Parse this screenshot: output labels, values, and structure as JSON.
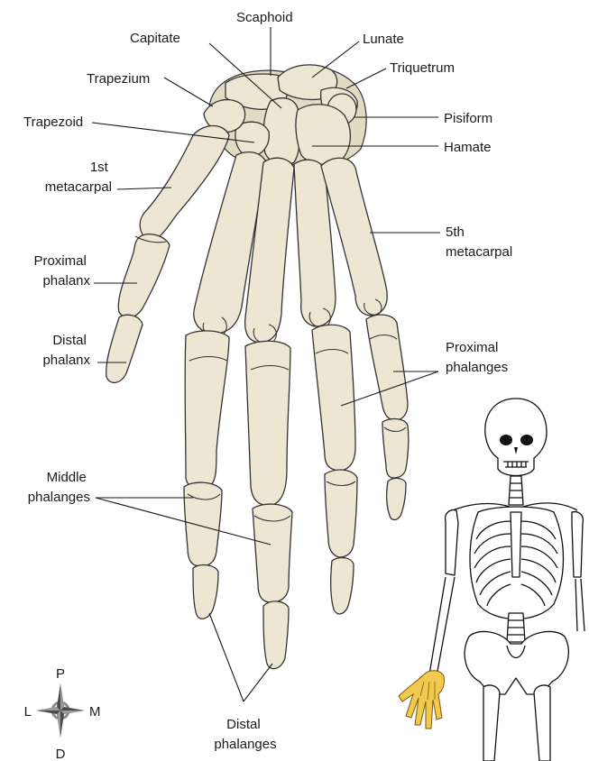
{
  "labels": {
    "scaphoid": "Scaphoid",
    "capitate": "Capitate",
    "lunate": "Lunate",
    "triquetrum": "Triquetrum",
    "trapezium": "Trapezium",
    "pisiform": "Pisiform",
    "trapezoid": "Trapezoid",
    "hamate": "Hamate",
    "first_metacarpal": [
      "1st",
      "metacarpal"
    ],
    "fifth_metacarpal": [
      "5th",
      "metacarpal"
    ],
    "proximal_phalanx": [
      "Proximal",
      "phalanx"
    ],
    "distal_phalanx": [
      "Distal",
      "phalanx"
    ],
    "proximal_phalanges": [
      "Proximal",
      "phalanges"
    ],
    "middle_phalanges": [
      "Middle",
      "phalanges"
    ],
    "distal_phalanges": [
      "Distal",
      "phalanges"
    ]
  },
  "compass": {
    "top": "P",
    "left": "L",
    "right": "M",
    "bottom": "D"
  },
  "colors": {
    "bone": "#ece6d2",
    "highlight": "#f2c94c",
    "outline": "#333333"
  }
}
